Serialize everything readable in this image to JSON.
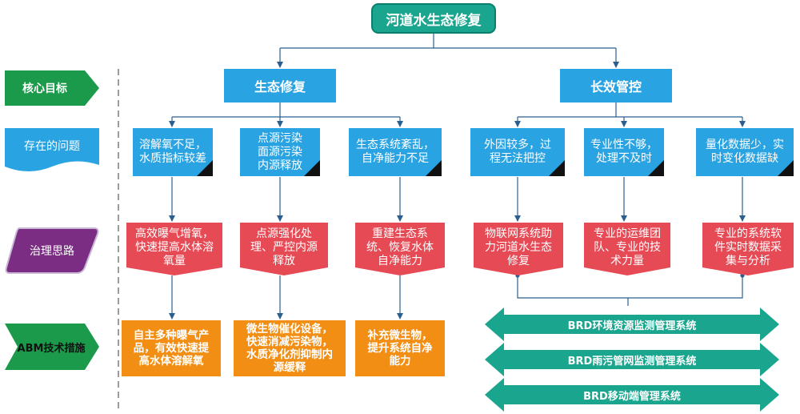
{
  "title": "河道水生态修复",
  "categories": {
    "goal": "核心目标",
    "problem": "存在的问题",
    "approach": "治理思路",
    "measures": "ABM技术措施"
  },
  "goals": [
    "生态修复",
    "长效管控"
  ],
  "problems": [
    [
      "溶解氧不足，",
      "水质指标较差"
    ],
    [
      "点源污染",
      "面源污染",
      "内源释放"
    ],
    [
      "生态系统紊乱，",
      "自净能力不足"
    ],
    [
      "外因较多，过",
      "程无法把控"
    ],
    [
      "专业性不够，",
      "处理不及时"
    ],
    [
      "量化数据少，实",
      "时变化数据缺"
    ]
  ],
  "approaches": [
    [
      "高效曝气增氧，",
      "快速提高水体溶",
      "氧量"
    ],
    [
      "点源强化处",
      "理、严控内源",
      "释放"
    ],
    [
      "重建生态系",
      "统、恢复水体",
      "自净能力"
    ],
    [
      "物联网系统助",
      "力河道水生态",
      "修复"
    ],
    [
      "专业的运维团",
      "队、专业的技",
      "术力量"
    ],
    [
      "专业的系统软",
      "件实时数据采",
      "集与分析"
    ]
  ],
  "measures": [
    [
      "自主多种曝气产",
      "品，有效快速提",
      "高水体溶解氧"
    ],
    [
      "微生物催化设备，",
      "快速消减污染物，",
      "水质净化剂抑制内",
      "源缓释"
    ],
    [
      "补充微生物，",
      "提升系统自净",
      "能力"
    ]
  ],
  "systems": [
    "BRD环境资源监测管理系统",
    "BRD雨污管网监测管理系统",
    "BRD移动端管理系统"
  ],
  "colors": {
    "teal": "#1aa58e",
    "blue": "#2aa3e3",
    "green": "#1a9a4a",
    "purple": "#7a2d82",
    "red": "#e64a55",
    "orange": "#f28e13",
    "line": "#2b5f8f"
  }
}
